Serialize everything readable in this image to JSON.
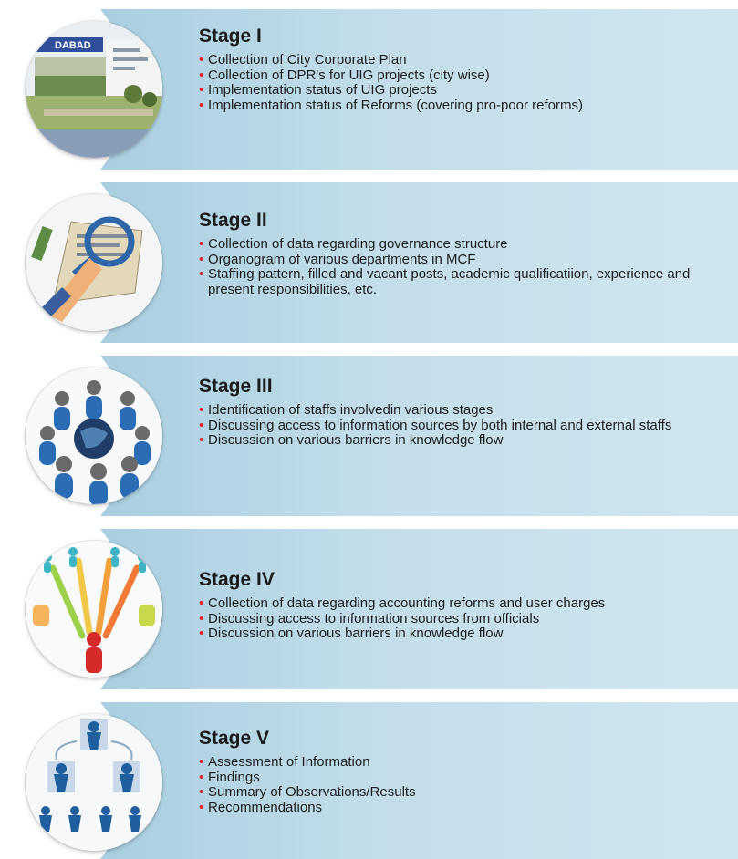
{
  "stages": [
    {
      "title": "Stage I",
      "image_label": "DABAD",
      "bullets": [
        "Collection of City Corporate Plan",
        "Collection of DPR's for UIG projects (city wise)",
        "Implementation status of UIG projects",
        "Implementation status of Reforms (covering pro-poor reforms)"
      ]
    },
    {
      "title": "Stage II",
      "bullets": [
        "Collection of data regarding governance structure",
        "Organogram of various departments in MCF",
        "Staffing pattern, filled and vacant posts, academic qualificatiion, experience and present responsibilities, etc."
      ]
    },
    {
      "title": "Stage III",
      "bullets": [
        "Identification of staffs involvedin various stages",
        "Discussing access to information sources by both internal and external staffs",
        "Discussion on various barriers in knowledge flow"
      ]
    },
    {
      "title": "Stage IV",
      "bullets": [
        "Collection of data regarding accounting reforms and user charges",
        "Discussing access to information sources from officials",
        "Discussion on various barriers in knowledge flow"
      ]
    },
    {
      "title": "Stage V",
      "bullets": [
        "Assessment of Information",
        "Findings",
        "Summary of Observations/Results",
        "Recommendations"
      ]
    }
  ],
  "colors": {
    "band_left": "#a9cfe0",
    "band_right": "#d0e6ef",
    "bullet": "#e3262a",
    "title": "#1b1b1b"
  }
}
